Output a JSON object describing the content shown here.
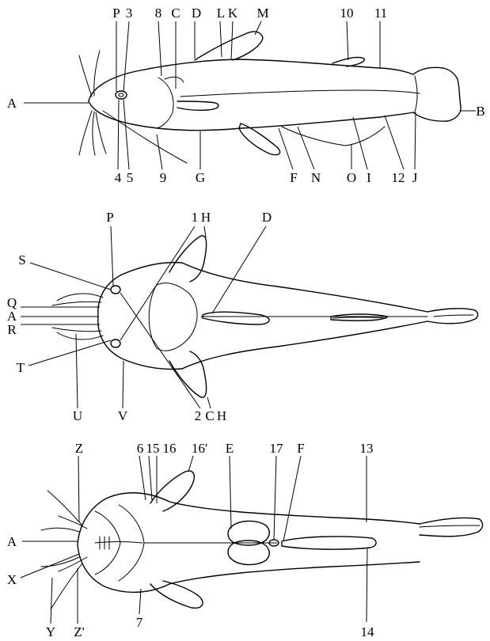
{
  "views": [
    {
      "name": "lateral",
      "labels": [
        "P",
        "3",
        "8",
        "C",
        "D",
        "L",
        "K",
        "M",
        "10",
        "11",
        "A",
        "B",
        "4",
        "5",
        "9",
        "G",
        "F",
        "N",
        "O",
        "I",
        "12",
        "J"
      ]
    },
    {
      "name": "dorsal",
      "labels": [
        "P",
        "1",
        "H",
        "D",
        "S",
        "Q",
        "A",
        "R",
        "T",
        "U",
        "V",
        "2",
        "C",
        "H"
      ]
    },
    {
      "name": "ventral",
      "labels": [
        "Z",
        "6",
        "15",
        "16",
        "16'",
        "E",
        "17",
        "F",
        "13",
        "A",
        "X",
        "Y",
        "Z'",
        "7",
        "14"
      ]
    }
  ]
}
